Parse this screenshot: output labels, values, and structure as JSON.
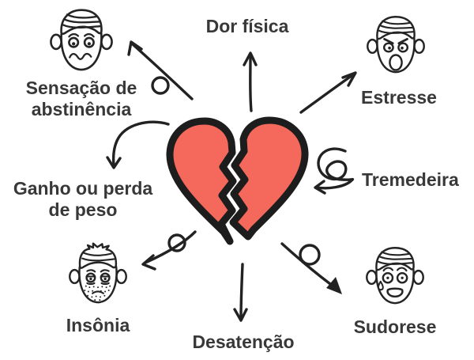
{
  "title": "Broken heart symptoms diagram",
  "colors": {
    "background": "#ffffff",
    "heart_fill": "#f4695b",
    "line_art": "#222222",
    "text": "#383838"
  },
  "center": {
    "icon": "broken-heart-icon"
  },
  "nodes": {
    "abstinencia": {
      "lines": [
        "Sensação de",
        "abstinência"
      ],
      "icon": "worried-face-icon",
      "position": "top-left"
    },
    "dor_fisica": {
      "lines": [
        "Dor física"
      ],
      "position": "top-center"
    },
    "estresse": {
      "lines": [
        "Estresse"
      ],
      "icon": "angry-face-icon",
      "position": "top-right"
    },
    "ganho_perda": {
      "lines": [
        "Ganho ou perda",
        "de peso"
      ],
      "position": "middle-left"
    },
    "tremedeira": {
      "lines": [
        "Tremedeira"
      ],
      "position": "middle-right"
    },
    "insonia": {
      "lines": [
        "Insônia"
      ],
      "icon": "tired-face-icon",
      "position": "bottom-left"
    },
    "desatencao": {
      "lines": [
        "Desatenção"
      ],
      "position": "bottom-center"
    },
    "sudorese": {
      "lines": [
        "Sudorese"
      ],
      "icon": "sweating-face-icon",
      "position": "bottom-right"
    }
  }
}
